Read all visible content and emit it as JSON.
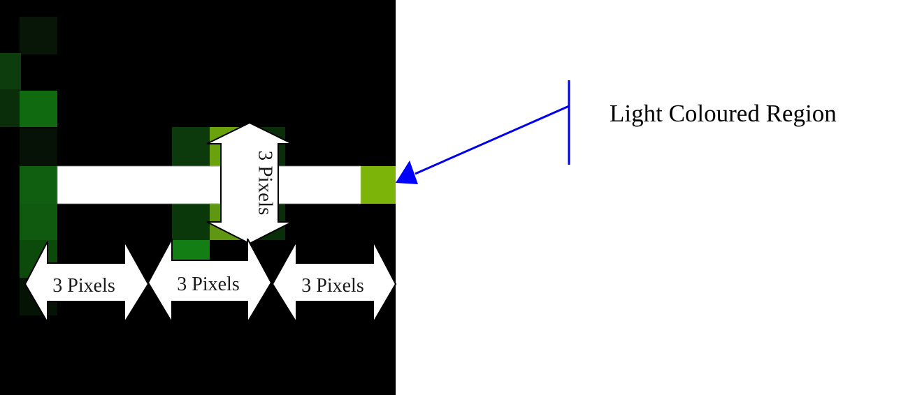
{
  "colors": {
    "background": "#ffffff",
    "image_background": "#000000",
    "highlight_bar": "#ffffff",
    "annotation_arrow": "#0000ff",
    "measurement_arrow_fill": "#ffffff",
    "measurement_arrow_stroke": "#000000",
    "green_dark": "#0b3d0b",
    "green_mid": "#0f6b0f",
    "green_bright": "#7cb10a"
  },
  "icons": {
    "pixel_grid": "pixel-grid-image",
    "measurement": "double-headed-arrow-icon",
    "pointer": "pointer-arrow-icon"
  },
  "labels": {
    "light_region": "Light Coloured Region",
    "vertical_measure": "3 Pixels",
    "horizontal_measures": [
      "3 Pixels",
      "3 Pixels",
      "3 Pixels"
    ]
  }
}
